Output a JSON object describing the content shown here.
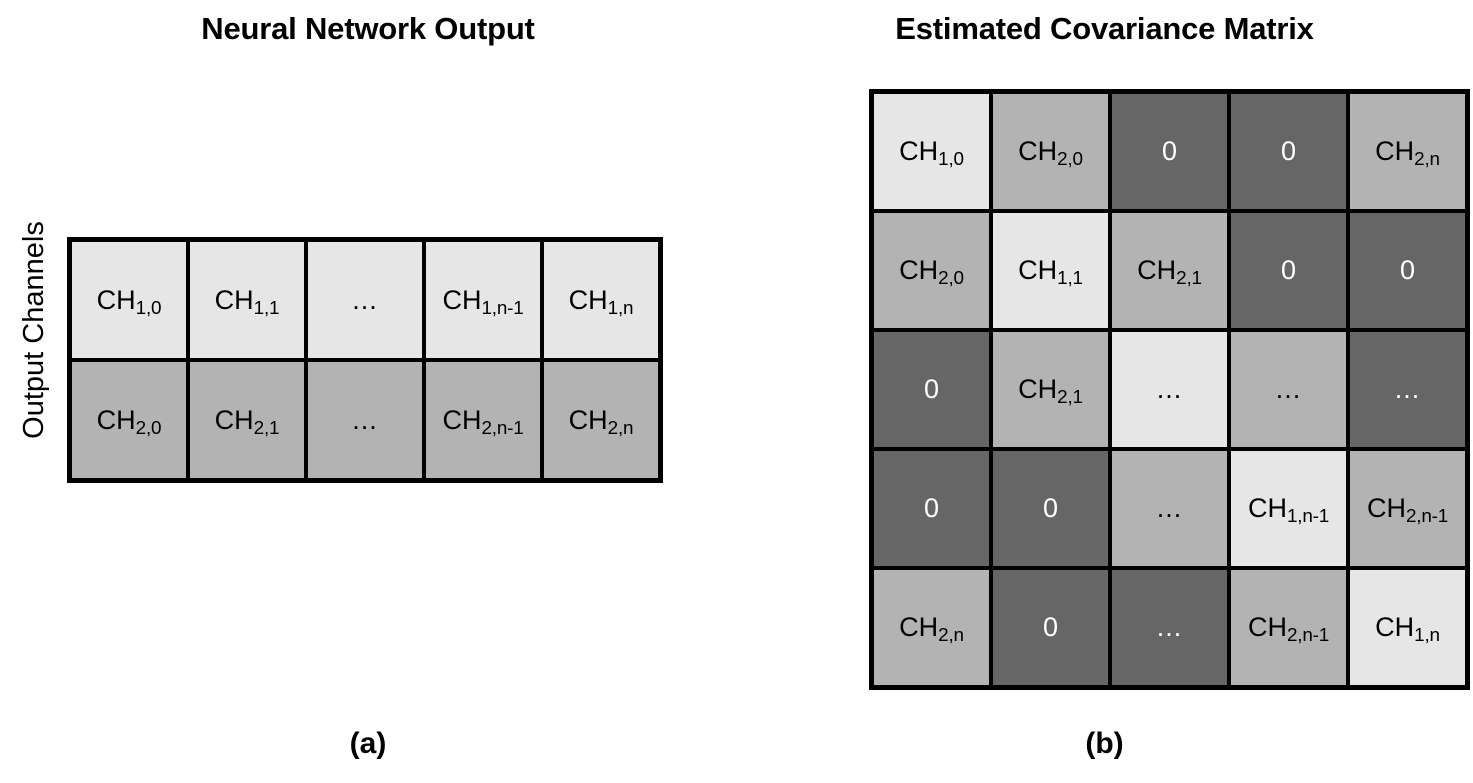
{
  "figure": {
    "panels": [
      {
        "id": "a",
        "title": "Neural Network Output",
        "caption": "(a)",
        "axis_label": "Output Channels",
        "grid": {
          "rows": 2,
          "cols": 5,
          "cells": [
            [
              {
                "text": "CH",
                "sub": "1,0",
                "shade": "light"
              },
              {
                "text": "CH",
                "sub": "1,1",
                "shade": "light"
              },
              {
                "text": "...",
                "sub": "",
                "shade": "light"
              },
              {
                "text": "CH",
                "sub": "1,n-1",
                "shade": "light"
              },
              {
                "text": "CH",
                "sub": "1,n",
                "shade": "light"
              }
            ],
            [
              {
                "text": "CH",
                "sub": "2,0",
                "shade": "medium"
              },
              {
                "text": "CH",
                "sub": "2,1",
                "shade": "medium"
              },
              {
                "text": "...",
                "sub": "",
                "shade": "medium"
              },
              {
                "text": "CH",
                "sub": "2,n-1",
                "shade": "medium"
              },
              {
                "text": "CH",
                "sub": "2,n",
                "shade": "medium"
              }
            ]
          ]
        }
      },
      {
        "id": "b",
        "title": "Estimated Covariance Matrix",
        "caption": "(b)",
        "axis_label": "",
        "grid": {
          "rows": 5,
          "cols": 5,
          "cells": [
            [
              {
                "text": "CH",
                "sub": "1,0",
                "shade": "light"
              },
              {
                "text": "CH",
                "sub": "2,0",
                "shade": "medium"
              },
              {
                "text": "0",
                "sub": "",
                "shade": "dark"
              },
              {
                "text": "0",
                "sub": "",
                "shade": "dark"
              },
              {
                "text": "CH",
                "sub": "2,n",
                "shade": "medium"
              }
            ],
            [
              {
                "text": "CH",
                "sub": "2,0",
                "shade": "medium"
              },
              {
                "text": "CH",
                "sub": "1,1",
                "shade": "light"
              },
              {
                "text": "CH",
                "sub": "2,1",
                "shade": "medium"
              },
              {
                "text": "0",
                "sub": "",
                "shade": "dark"
              },
              {
                "text": "0",
                "sub": "",
                "shade": "dark"
              }
            ],
            [
              {
                "text": "0",
                "sub": "",
                "shade": "dark"
              },
              {
                "text": "CH",
                "sub": "2,1",
                "shade": "medium"
              },
              {
                "text": "...",
                "sub": "",
                "shade": "light"
              },
              {
                "text": "...",
                "sub": "",
                "shade": "medium"
              },
              {
                "text": "...",
                "sub": "",
                "shade": "dark"
              }
            ],
            [
              {
                "text": "0",
                "sub": "",
                "shade": "dark"
              },
              {
                "text": "0",
                "sub": "",
                "shade": "dark"
              },
              {
                "text": "...",
                "sub": "",
                "shade": "medium"
              },
              {
                "text": "CH",
                "sub": "1,n-1",
                "shade": "light"
              },
              {
                "text": "CH",
                "sub": "2,n-1",
                "shade": "medium"
              }
            ],
            [
              {
                "text": "CH",
                "sub": "2,n",
                "shade": "medium"
              },
              {
                "text": "0",
                "sub": "",
                "shade": "dark"
              },
              {
                "text": "...",
                "sub": "",
                "shade": "dark"
              },
              {
                "text": "CH",
                "sub": "2,n-1",
                "shade": "medium"
              },
              {
                "text": "CH",
                "sub": "1,n",
                "shade": "light"
              }
            ]
          ]
        }
      }
    ],
    "colors": {
      "light": "#e6e6e6",
      "medium": "#b3b3b3",
      "dark": "#666666",
      "border": "#000000",
      "text_on_light": "#000000",
      "text_on_dark": "#ffffff",
      "background": "#ffffff"
    }
  }
}
